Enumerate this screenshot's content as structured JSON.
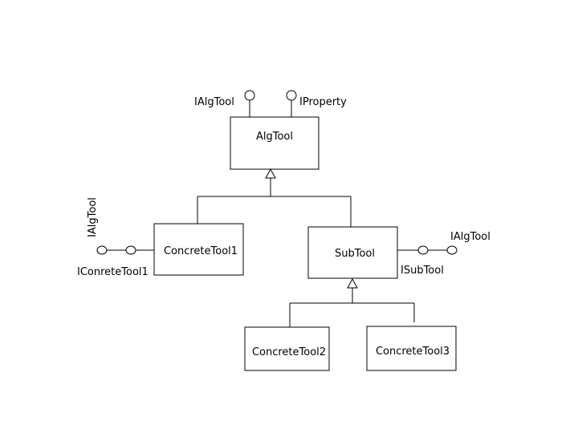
{
  "diagram": {
    "classes": {
      "algtool": "AlgTool",
      "concretetool1": "ConcreteTool1",
      "subtool": "SubTool",
      "concretetool2": "ConcreteTool2",
      "concretetool3": "ConcreteTool3"
    },
    "interfaces": {
      "algtool_ialgtool": "IAlgTool",
      "algtool_iproperty": "IProperty",
      "concretetool1_ialgtool": "IAlgTool",
      "concretetool1_iconretetool1": "IConreteTool1",
      "subtool_isubtool": "ISubTool",
      "subtool_ialgtool": "IAlgTool"
    }
  }
}
